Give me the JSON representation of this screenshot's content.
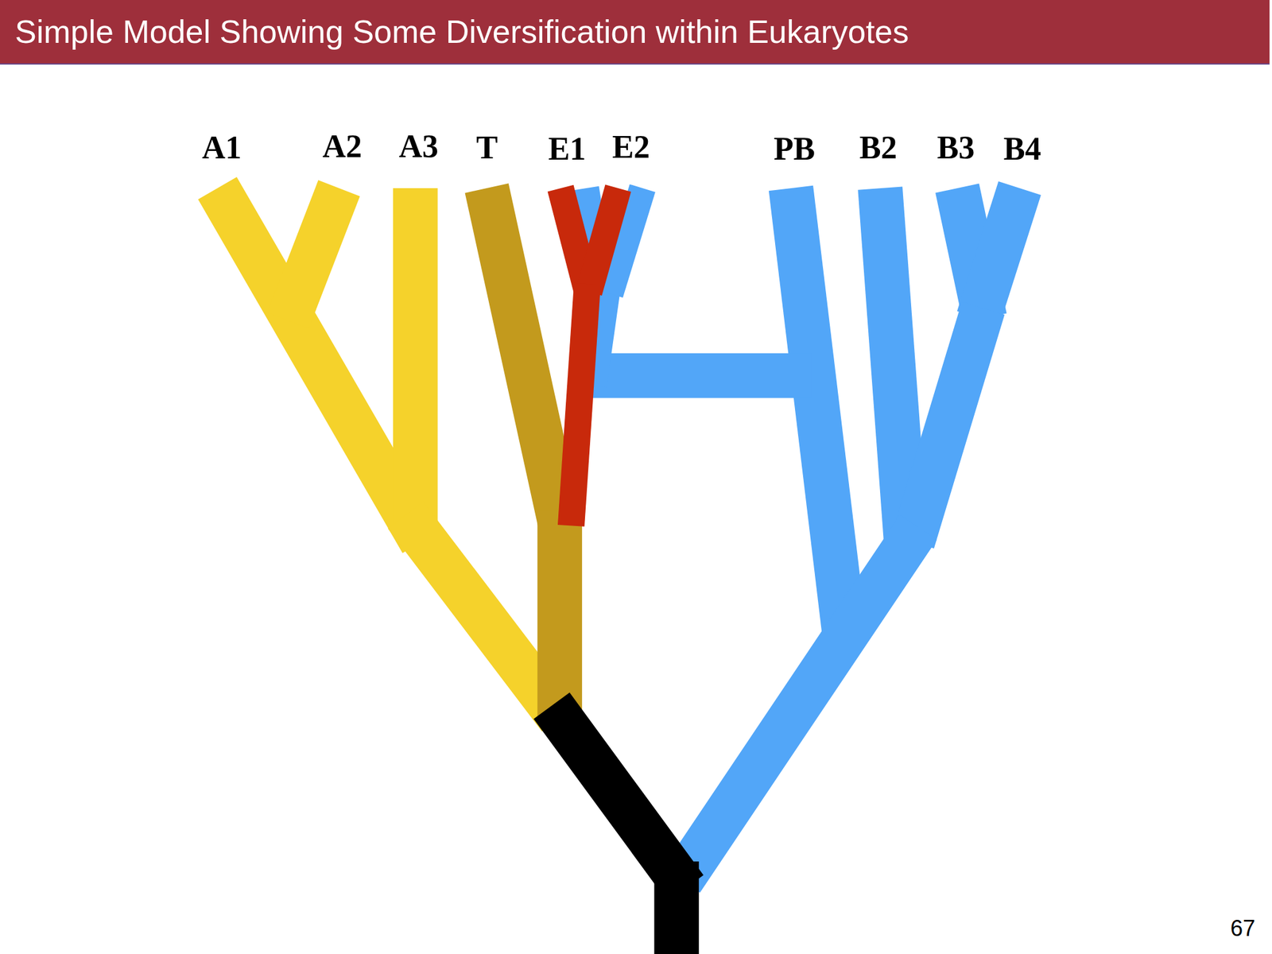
{
  "diagram": {
    "title": "Simple Model Showing Some Diversification within Eukaryotes",
    "labels": [
      "A1",
      "A2",
      "A3",
      "T",
      "E1",
      "E2",
      "PB",
      "B2",
      "B3",
      "B4",
      "67"
    ]
  }
}
